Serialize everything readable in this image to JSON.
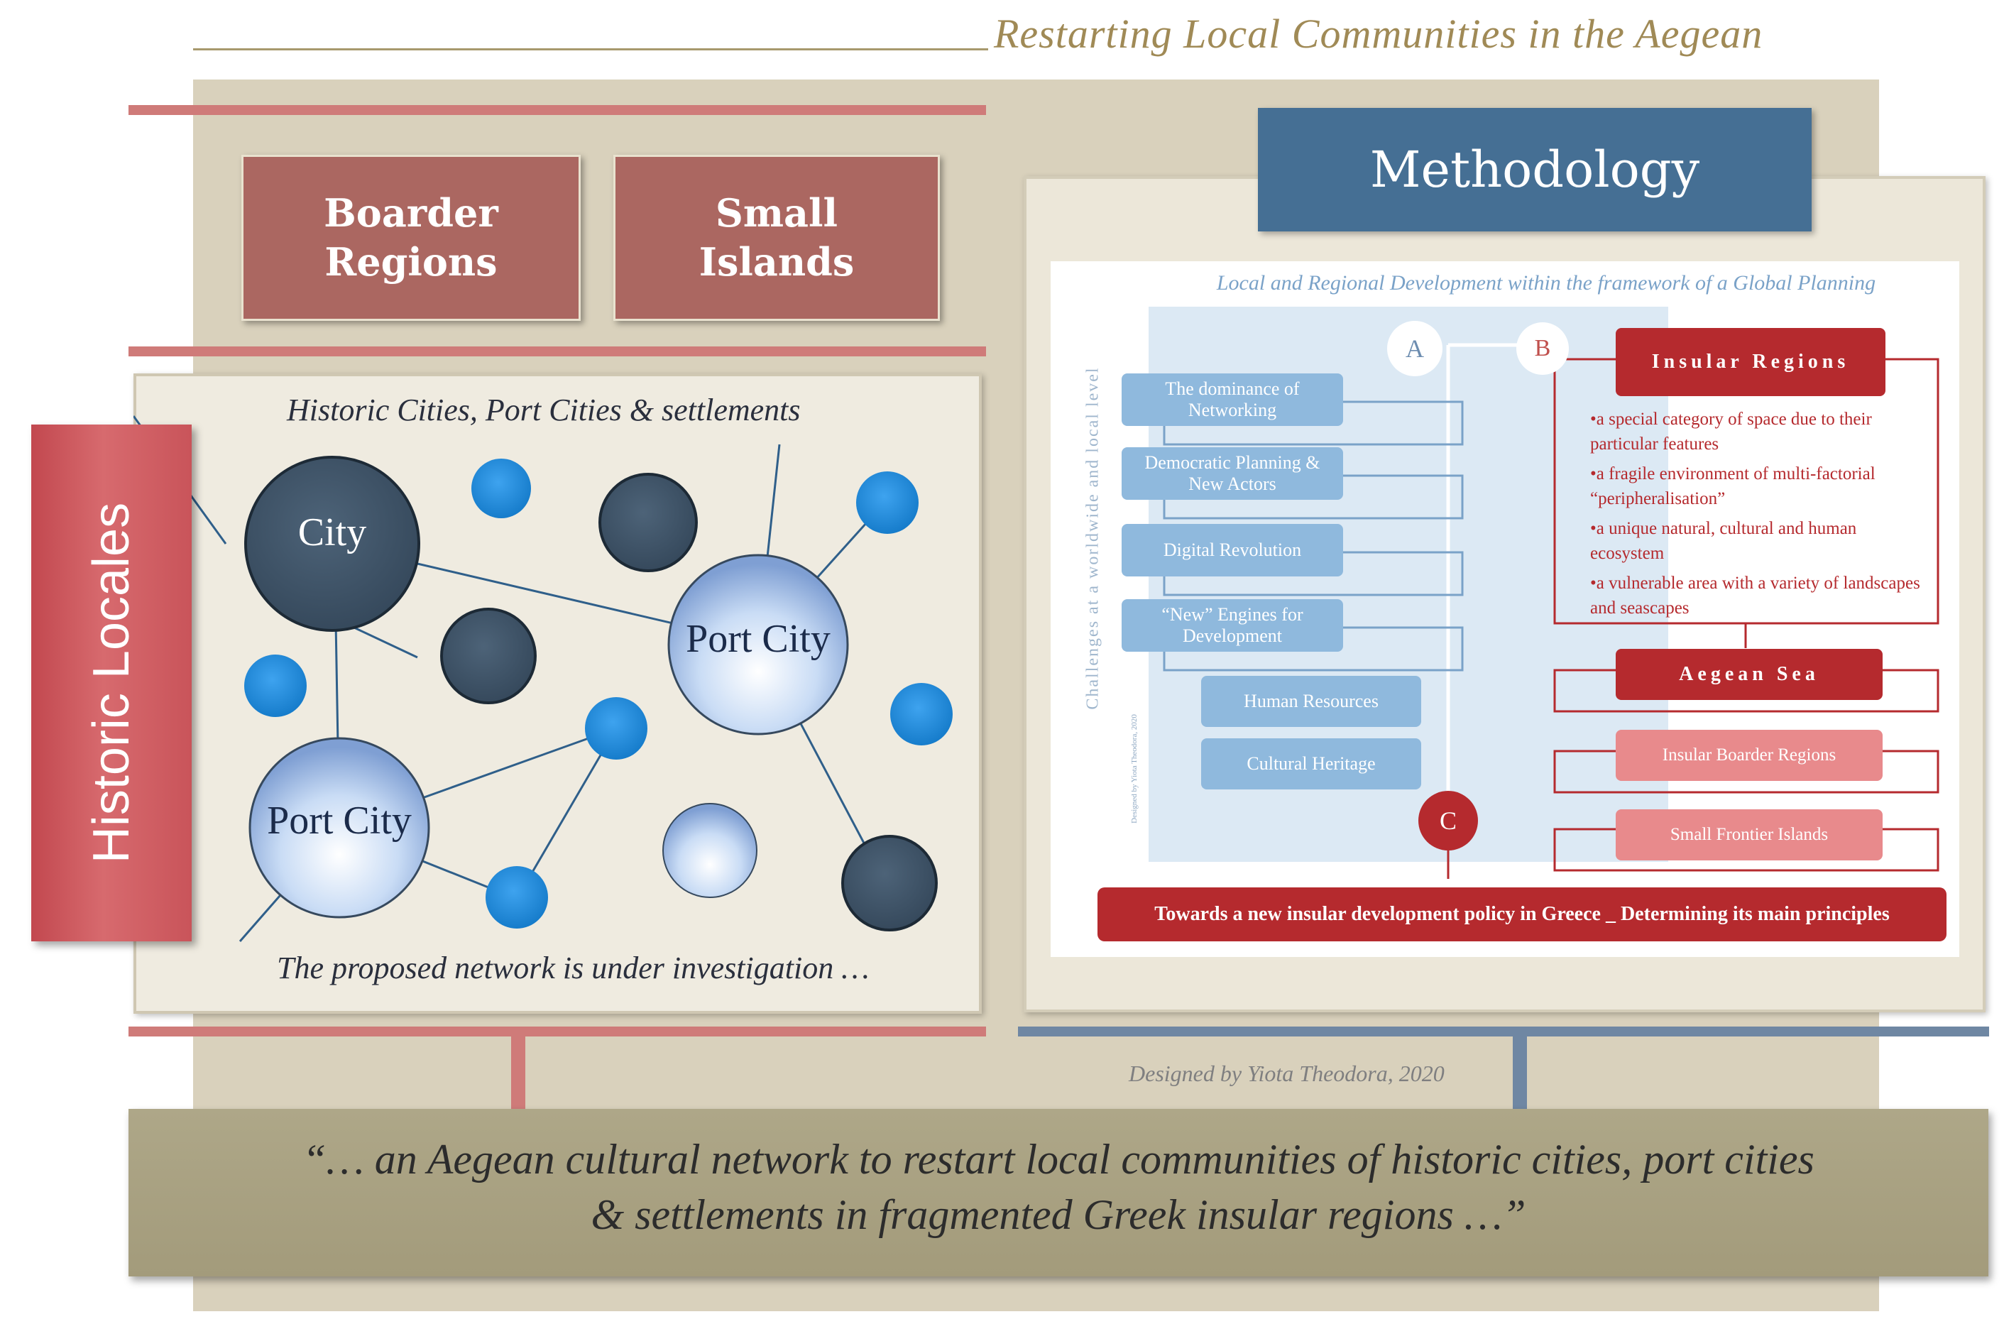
{
  "header": {
    "title": "Restarting Local  Communities in the Aegean"
  },
  "top_boxes": {
    "border_regions": "Boarder\nRegions",
    "small_islands": "Small\nIslands"
  },
  "historic_locales": "Historic Locales",
  "network": {
    "caption_top": "Historic Cities, Port Cities & settlements",
    "caption_bottom": "The proposed network is under investigation …",
    "city_label": "City",
    "port_city_label": "Port City"
  },
  "methodology": {
    "title": "Methodology",
    "figure_title": "Local and Regional Development within the framework of a Global Planning",
    "side_label": "Challenges at a worldwide and local level",
    "small_side_label": "Designed by Yiota Theodora, 2020",
    "markers": {
      "a": "A",
      "b": "B",
      "c": "C"
    },
    "challenges": [
      "The dominance of Networking",
      "Democratic Planning & New Actors",
      "Digital Revolution",
      "“New” Engines for Development",
      "Human Resources",
      "Cultural Heritage"
    ],
    "insular_title": "Insular Regions",
    "insular_bullets": [
      "a special category of space due to their particular features",
      "a fragile environment of multi-factorial “peripheralisation”",
      "a unique natural, cultural and human ecosystem",
      "a vulnerable area with a variety of landscapes and seascapes"
    ],
    "aegean_sea": "Aegean Sea",
    "insular_border": "Insular Boarder Regions",
    "small_frontier": "Small Frontier Islands",
    "policy": "Towards a new insular development policy in Greece _ Determining its main principles"
  },
  "credit": "Designed by Yiota Theodora,  2020",
  "quote": {
    "line1": "“… an Aegean cultural network to restart local communities of historic cities, port cities",
    "line2": "& settlements in fragmented Greek insular regions …”"
  },
  "colors": {
    "panel_beige": "#d9d1bc",
    "brick_red": "#ab6761",
    "steel_blue": "#456f94",
    "dark_node": "#3f5467",
    "blue_node": "#1e88d8",
    "policy_red": "#b52a2e"
  }
}
